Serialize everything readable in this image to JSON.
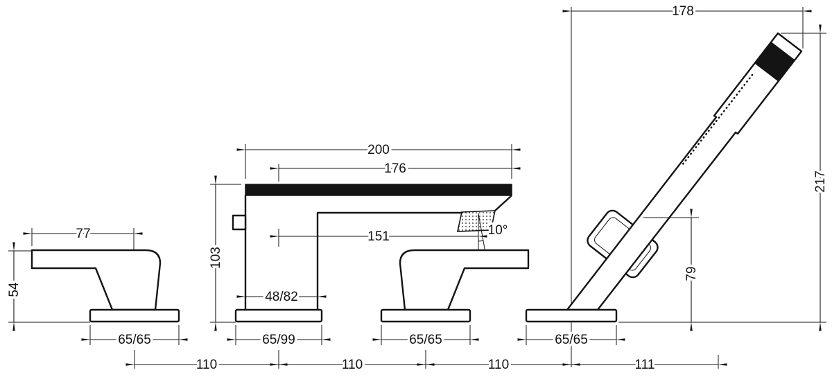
{
  "drawing": {
    "title": "four-hole-bath-mixer-dimension-drawing",
    "units": "mm",
    "dims": {
      "overall_width": "178",
      "overall_height": "217",
      "spout_plate_length": "200",
      "spout_inner_length": "176",
      "spout_reach": "151",
      "spout_height": "103",
      "handle_length": "77",
      "handle_height": "54",
      "body_cutout": "48/82",
      "spray_angle": "10°",
      "holder_height": "79",
      "base_handle_left": "65/65",
      "base_spout": "65/99",
      "base_handle_right": "65/65",
      "base_shower": "65/65",
      "spacing_1": "110",
      "spacing_2": "110",
      "spacing_3": "110",
      "spacing_4": "111"
    }
  }
}
